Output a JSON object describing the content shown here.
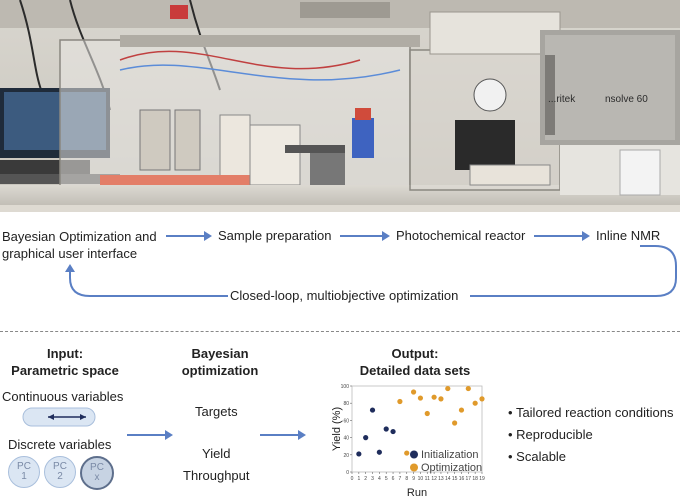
{
  "flow": {
    "step1": [
      "Bayesian Optimization and",
      "graphical user interface"
    ],
    "step2": "Sample preparation",
    "step3": "Photochemical reactor",
    "step4": "Inline NMR",
    "loop_label": "Closed-loop, multiobjective optimization"
  },
  "input": {
    "heading": [
      "Input:",
      "Parametric space"
    ],
    "continuous_label": "Continuous variables",
    "discrete_label": "Discrete variables",
    "pcs": [
      {
        "line1": "PC",
        "line2": "1"
      },
      {
        "line1": "PC",
        "line2": "2"
      },
      {
        "line1": "PC",
        "line2": "x"
      }
    ]
  },
  "bayes": {
    "heading": [
      "Bayesian",
      "optimization"
    ],
    "targets": "Targets",
    "yield": "Yield",
    "throughput": "Throughput"
  },
  "output": {
    "heading": [
      "Output:",
      "Detailed data sets"
    ]
  },
  "outcomes": [
    "Tailored reaction conditions",
    "Reproducible",
    "Scalable"
  ],
  "photo_overlay": {
    "nmr_label": "nsolve 60",
    "brand_label": "...ritek"
  },
  "chart_data": {
    "type": "scatter",
    "xlabel": "Run",
    "ylabel": "Yield (%)",
    "xlim": [
      0,
      19
    ],
    "ylim": [
      0,
      100
    ],
    "xticks": [
      0,
      1,
      2,
      3,
      4,
      5,
      6,
      7,
      8,
      9,
      10,
      11,
      12,
      13,
      14,
      15,
      16,
      17,
      18,
      19
    ],
    "yticks": [
      0,
      20,
      40,
      60,
      80,
      100
    ],
    "legend_position": "bottom-right",
    "series": [
      {
        "name": "Initialization",
        "color": "#1f2d5c",
        "x": [
          1,
          2,
          3,
          4,
          5,
          6
        ],
        "y": [
          21,
          40,
          72,
          23,
          50,
          47
        ]
      },
      {
        "name": "Optimization",
        "color": "#e09a2b",
        "x": [
          7,
          8,
          9,
          10,
          11,
          12,
          13,
          14,
          15,
          16,
          17,
          18,
          19
        ],
        "y": [
          82,
          22,
          93,
          86,
          68,
          87,
          85,
          97,
          57,
          72,
          97,
          80,
          85
        ]
      }
    ]
  },
  "colors": {
    "arrow": "#5a7fc4",
    "pc_fill": "#dbe6f3",
    "pc_stroke": "#a9bfdc"
  }
}
